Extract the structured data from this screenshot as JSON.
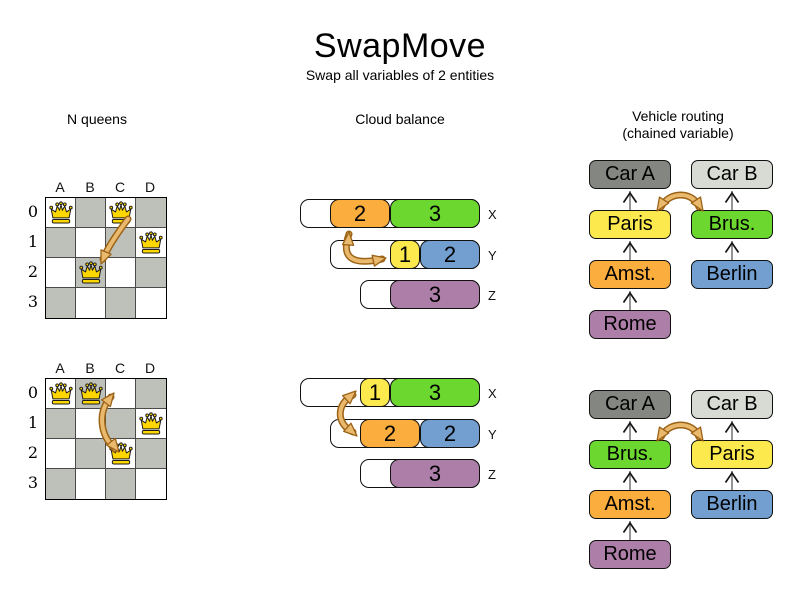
{
  "title": "SwapMove",
  "subtitle": "Swap all variables of 2 entities",
  "sections": {
    "nqueens": {
      "header": "N queens"
    },
    "cloud": {
      "header": "Cloud balance"
    },
    "vehicle": {
      "header_line1": "Vehicle routing",
      "header_line2": "(chained variable)"
    }
  },
  "palette": {
    "orange": "#FBAD3E",
    "green": "#6CD72E",
    "yellow": "#FBE94E",
    "blue": "#729FCF",
    "purple": "#AD7FA8",
    "dark_gray": "#848681",
    "light_gray": "#D7DBD3",
    "board_gray": "#BDC1B9",
    "queen_gold": "#FFD700",
    "swap_arrow_fill": "#E9B96E",
    "swap_arrow_outline": "#9C6317",
    "chain_line": "#7a7a7a",
    "chain_head": "#161616"
  },
  "nqueens": {
    "boards": [
      {
        "name": "before",
        "col_labels": [
          "A",
          "B",
          "C",
          "D"
        ],
        "row_labels": [
          "0",
          "1",
          "2",
          "3"
        ],
        "queens": [
          "A0",
          "C0",
          "D1",
          "B2"
        ],
        "swap": [
          "C0",
          "B2"
        ],
        "double_headed": false
      },
      {
        "name": "after",
        "col_labels": [
          "A",
          "B",
          "C",
          "D"
        ],
        "row_labels": [
          "0",
          "1",
          "2",
          "3"
        ],
        "queens": [
          "A0",
          "B0",
          "D1",
          "C2"
        ],
        "swap": [
          "B0",
          "C2"
        ],
        "double_headed": true
      }
    ]
  },
  "cloud": {
    "groups": [
      {
        "name": "before",
        "rows": [
          {
            "label": "X",
            "capacity": 6,
            "blocks": [
              {
                "value": "2",
                "color": "orange"
              },
              {
                "value": "3",
                "color": "green"
              }
            ]
          },
          {
            "label": "Y",
            "capacity": 5,
            "blocks": [
              {
                "value": "1",
                "color": "yellow"
              },
              {
                "value": "2",
                "color": "blue"
              }
            ]
          },
          {
            "label": "Z",
            "capacity": 4,
            "blocks": [
              {
                "value": "3",
                "color": "purple"
              }
            ]
          }
        ]
      },
      {
        "name": "after",
        "rows": [
          {
            "label": "X",
            "capacity": 6,
            "blocks": [
              {
                "value": "1",
                "color": "yellow"
              },
              {
                "value": "3",
                "color": "green"
              }
            ]
          },
          {
            "label": "Y",
            "capacity": 5,
            "blocks": [
              {
                "value": "2",
                "color": "orange"
              },
              {
                "value": "2",
                "color": "blue"
              }
            ]
          },
          {
            "label": "Z",
            "capacity": 4,
            "blocks": [
              {
                "value": "3",
                "color": "purple"
              }
            ]
          }
        ]
      }
    ]
  },
  "vehicle": {
    "groups": [
      {
        "name": "before",
        "chains": [
          {
            "boxes": [
              {
                "label": "Car A",
                "color": "dark_gray"
              },
              {
                "label": "Paris",
                "color": "yellow"
              },
              {
                "label": "Amst.",
                "color": "orange"
              },
              {
                "label": "Rome",
                "color": "purple"
              }
            ]
          },
          {
            "boxes": [
              {
                "label": "Car B",
                "color": "light_gray"
              },
              {
                "label": "Brus.",
                "color": "green"
              },
              {
                "label": "Berlin",
                "color": "blue"
              }
            ]
          }
        ]
      },
      {
        "name": "after",
        "chains": [
          {
            "boxes": [
              {
                "label": "Car A",
                "color": "dark_gray"
              },
              {
                "label": "Brus.",
                "color": "green"
              },
              {
                "label": "Amst.",
                "color": "orange"
              },
              {
                "label": "Rome",
                "color": "purple"
              }
            ]
          },
          {
            "boxes": [
              {
                "label": "Car B",
                "color": "light_gray"
              },
              {
                "label": "Paris",
                "color": "yellow"
              },
              {
                "label": "Berlin",
                "color": "blue"
              }
            ]
          }
        ]
      }
    ]
  }
}
